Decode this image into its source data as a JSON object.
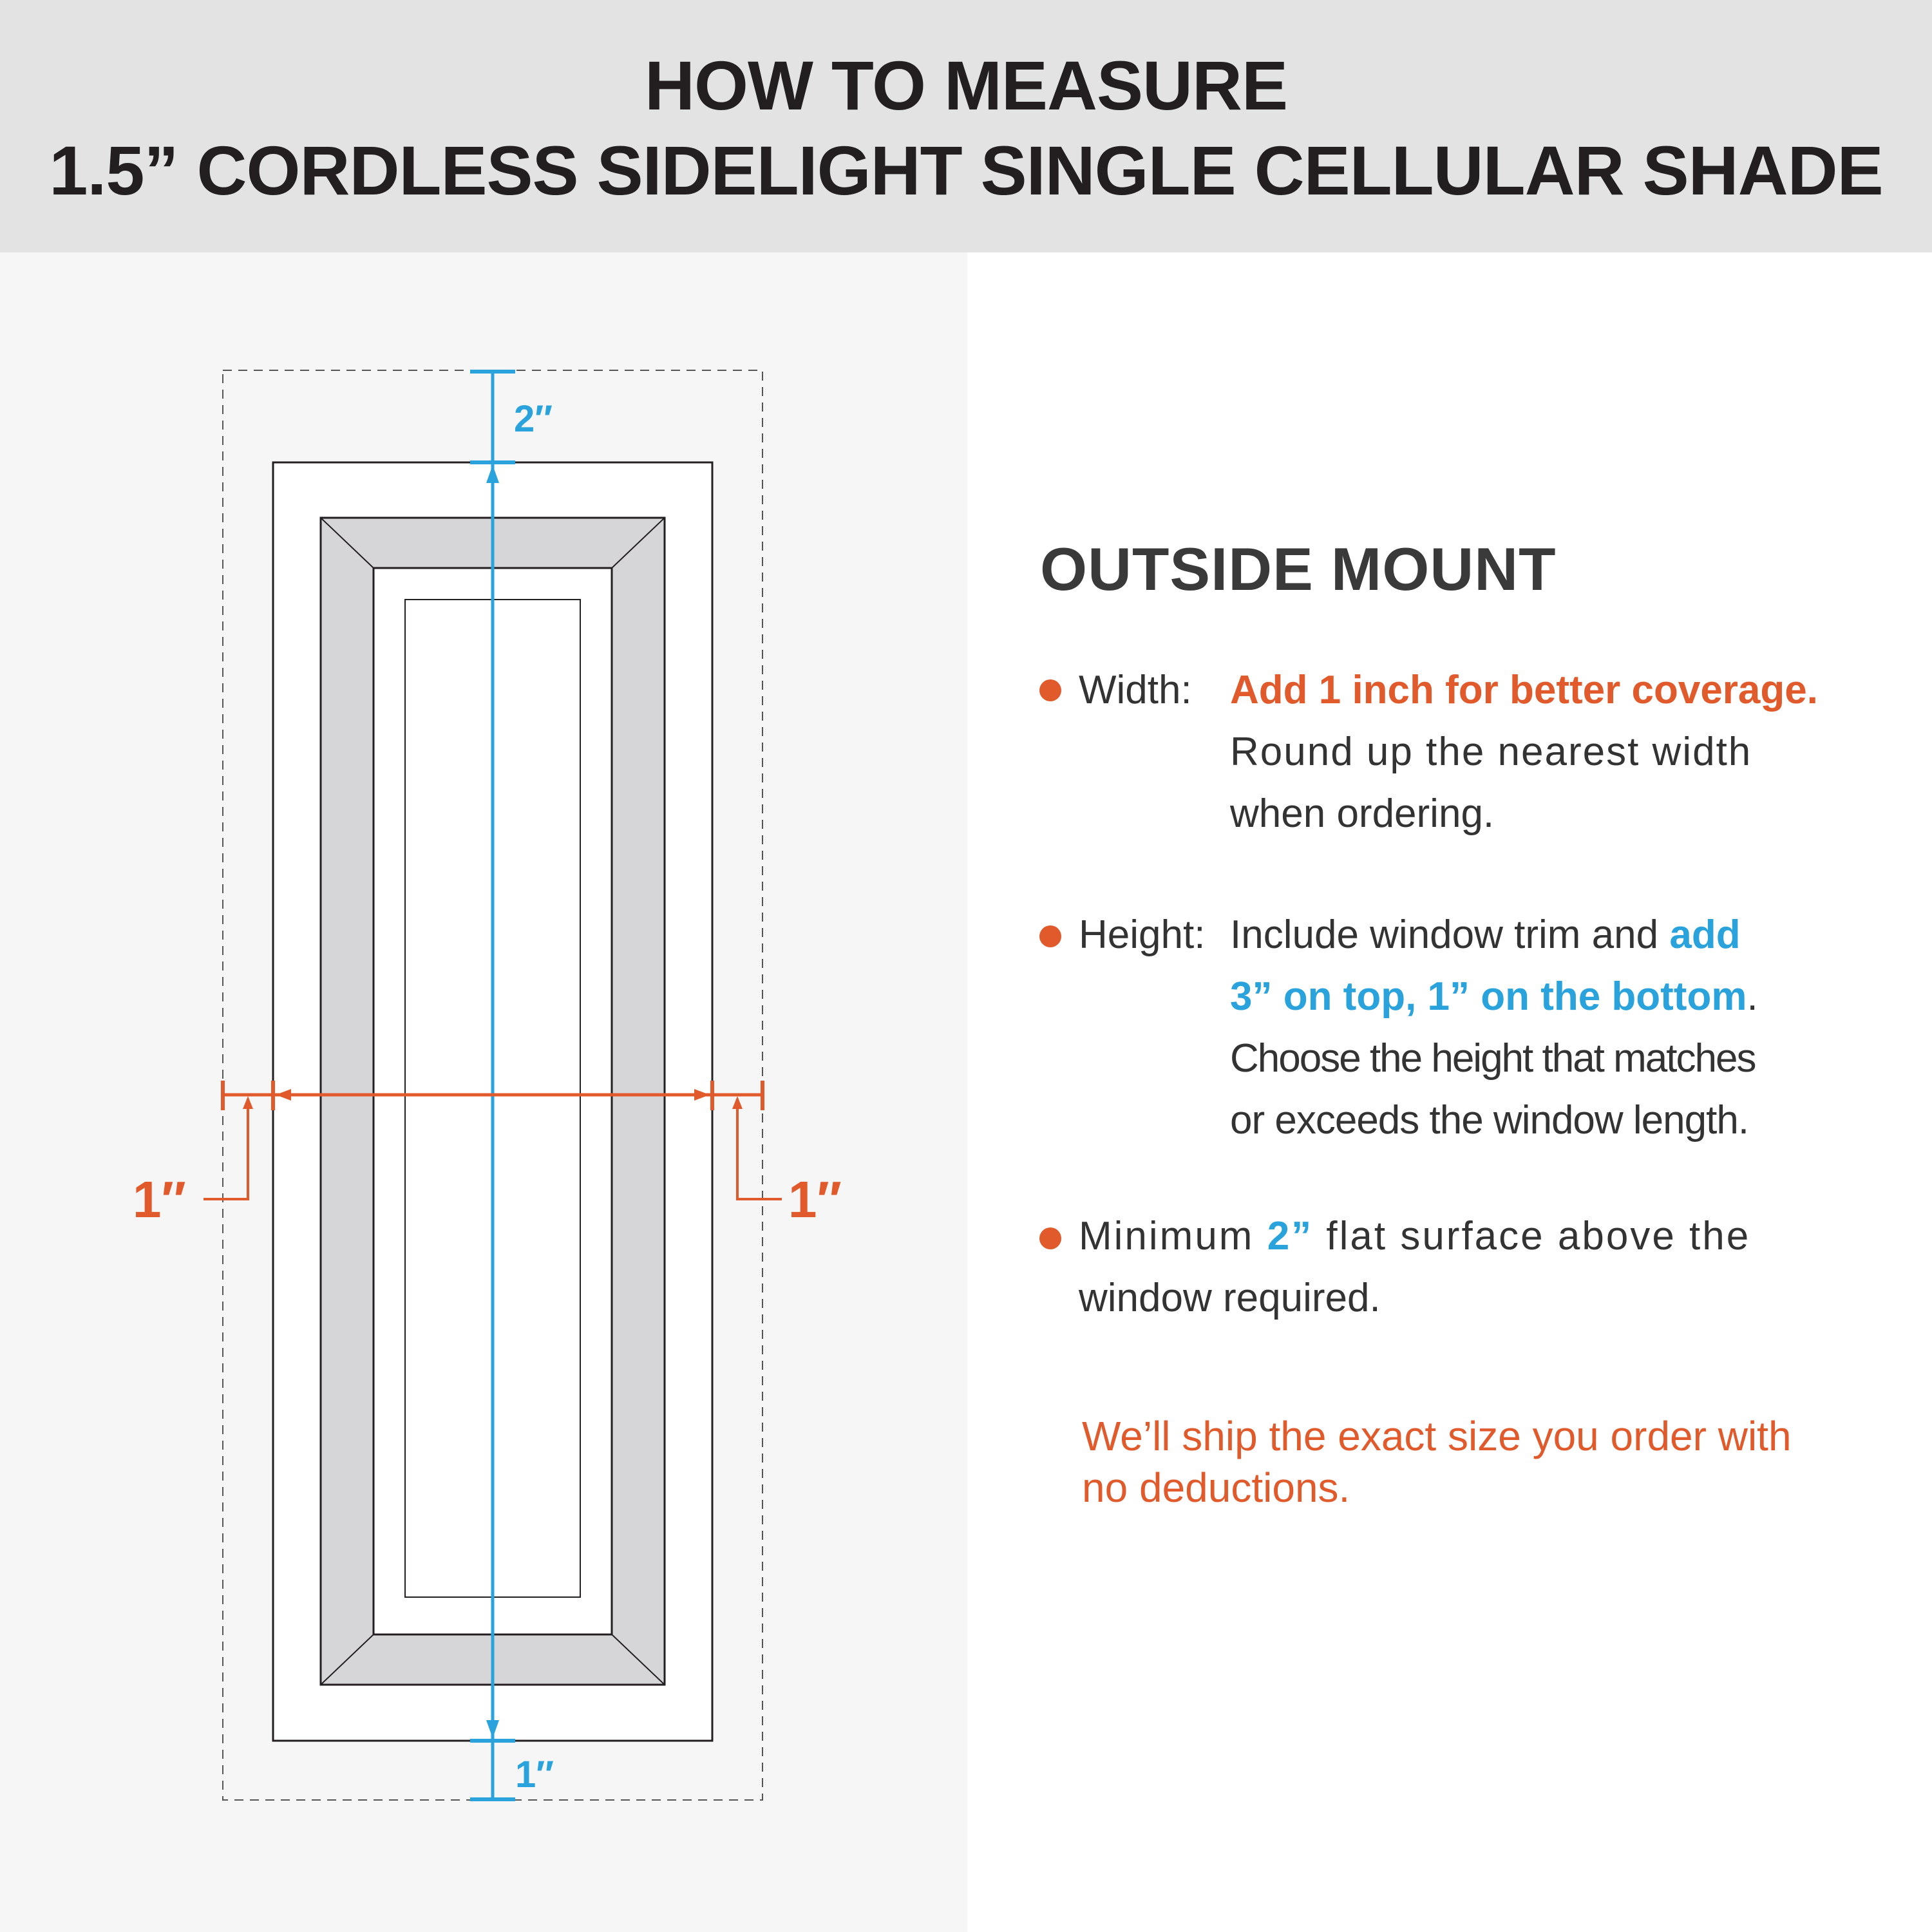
{
  "header": {
    "title_line1": "HOW TO MEASURE",
    "title_line2": "1.5” CORDLESS SIDELIGHT SINGLE CELLULAR SHADE"
  },
  "diagram": {
    "top_label": "2″",
    "bottom_label": "1″",
    "left_label": "1″",
    "right_label": "1″"
  },
  "instructions": {
    "title": "OUTSIDE MOUNT",
    "width": {
      "label": "Width:",
      "highlight": "Add 1 inch for better coverage.",
      "line2": "Round up the nearest width",
      "line3": "when ordering."
    },
    "height": {
      "label": "Height:",
      "line1_text": "Include window trim and ",
      "line1_highlight": "add",
      "line2_highlight": "3” on top, 1” on the bottom",
      "line2_end": ".",
      "line3": "Choose the height that matches",
      "line4": "or exceeds the window length."
    },
    "minimum": {
      "text_start": "Minimum ",
      "highlight": "2”",
      "text_end": " flat surface above the",
      "line2": "window required."
    },
    "note_line1": "We’ll ship the exact size you order with",
    "note_line2": "no deductions."
  },
  "colors": {
    "orange": "#e05a2b",
    "blue": "#2aa3dd",
    "header_bg": "#e3e3e3"
  }
}
